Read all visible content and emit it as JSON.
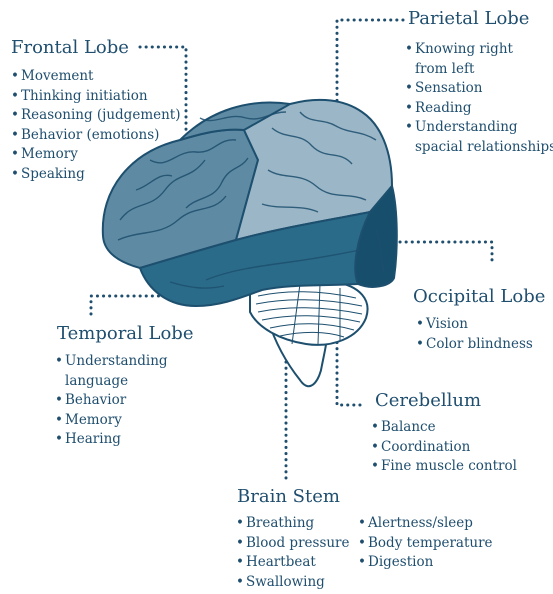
{
  "regions": {
    "frontal": {
      "title": "Frontal Lobe",
      "items": [
        "Movement",
        "Thinking initiation",
        "Reasoning (judgement)",
        "Behavior (emotions)",
        "Memory",
        "Speaking"
      ]
    },
    "parietal": {
      "title": "Parietal Lobe",
      "items": [
        {
          "l1": "Knowing right",
          "l2": "from left"
        },
        {
          "l1": "Sensation",
          "l2": ""
        },
        {
          "l1": "Reading",
          "l2": ""
        },
        {
          "l1": "Understanding",
          "l2": "spacial relationships"
        }
      ]
    },
    "occipital": {
      "title": "Occipital Lobe",
      "items": [
        "Vision",
        "Color blindness"
      ]
    },
    "temporal": {
      "title": "Temporal Lobe",
      "items": [
        {
          "l1": "Understanding",
          "l2": "language"
        },
        {
          "l1": "Behavior",
          "l2": ""
        },
        {
          "l1": "Memory",
          "l2": ""
        },
        {
          "l1": "Hearing",
          "l2": ""
        }
      ]
    },
    "cerebellum": {
      "title": "Cerebellum",
      "items": [
        "Balance",
        "Coordination",
        "Fine muscle control"
      ]
    },
    "brainstem": {
      "title": "Brain Stem",
      "items_left": [
        "Breathing",
        "Blood pressure",
        "Heartbeat",
        "Swallowing"
      ],
      "items_right": [
        "Alertness/sleep",
        "Body temperature",
        "Digestion"
      ]
    }
  },
  "colors": {
    "text": "#1f4e6e",
    "frontal": "#5f8aa3",
    "parietal": "#9bb6c7",
    "occipital": "#174e6b",
    "temporal": "#2b6b8a",
    "cerebellum": "#ffffff",
    "stem": "#ffffff",
    "outline": "#1d4f6e"
  }
}
